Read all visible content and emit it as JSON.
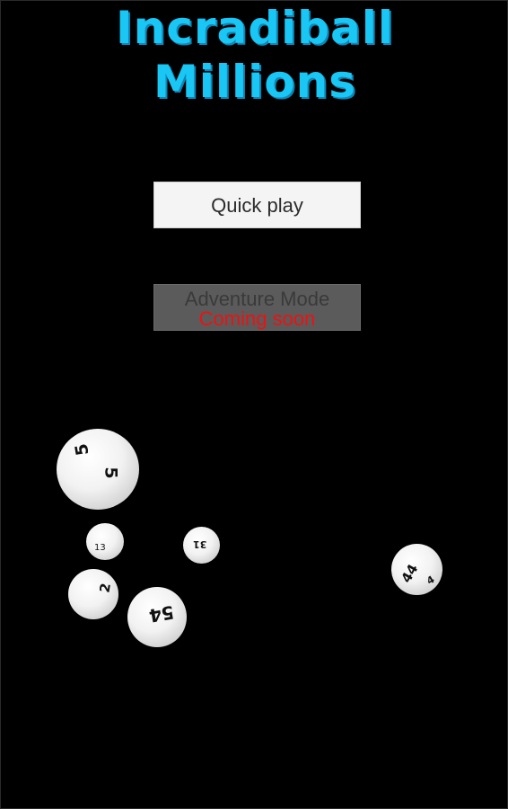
{
  "title": {
    "line1": "Incradiball",
    "line2": "Millions",
    "color": "#19c6f4"
  },
  "buttons": {
    "quick_play": "Quick play",
    "adventure_mode": "Adventure Mode",
    "coming_soon": "Coming soon"
  },
  "colors": {
    "background": "#000000",
    "coming_soon": "#ee1111"
  },
  "balls": [
    {
      "label": "5",
      "label_b": "5"
    },
    {
      "label": "13"
    },
    {
      "label": "31"
    },
    {
      "label": "2"
    },
    {
      "label": "54"
    },
    {
      "label": "44",
      "label_b": "4"
    }
  ]
}
